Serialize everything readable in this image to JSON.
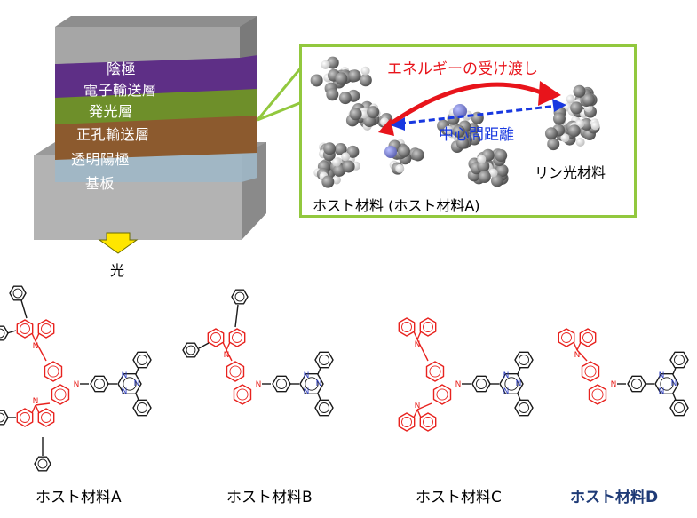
{
  "device": {
    "layers": [
      {
        "label": "陰極"
      },
      {
        "label": "電子輸送層"
      },
      {
        "label": "発光層"
      },
      {
        "label": "正孔輸送層"
      },
      {
        "label": "透明陽極"
      },
      {
        "label": "基板"
      }
    ],
    "light_label": "光"
  },
  "molecule_view": {
    "energy_label": "エネルギーの受け渡し",
    "distance_label": "中心間距離",
    "phosphor_label": "リン光材料",
    "host_label": "ホスト材料 (ホスト材料A)"
  },
  "materials": [
    {
      "label": "ホスト材料A",
      "color": "#000000"
    },
    {
      "label": "ホスト材料B",
      "color": "#000000"
    },
    {
      "label": "ホスト材料C",
      "color": "#000000"
    },
    {
      "label": "ホスト材料D",
      "color": "#1f3b77"
    }
  ],
  "colors": {
    "carbazole": "#e8231f",
    "core": "#1a1a1a",
    "nitrogen": "#2a3bbd",
    "callout": "#92c83e",
    "arrow_red": "#e8141b",
    "arrow_blue": "#1838e0"
  }
}
